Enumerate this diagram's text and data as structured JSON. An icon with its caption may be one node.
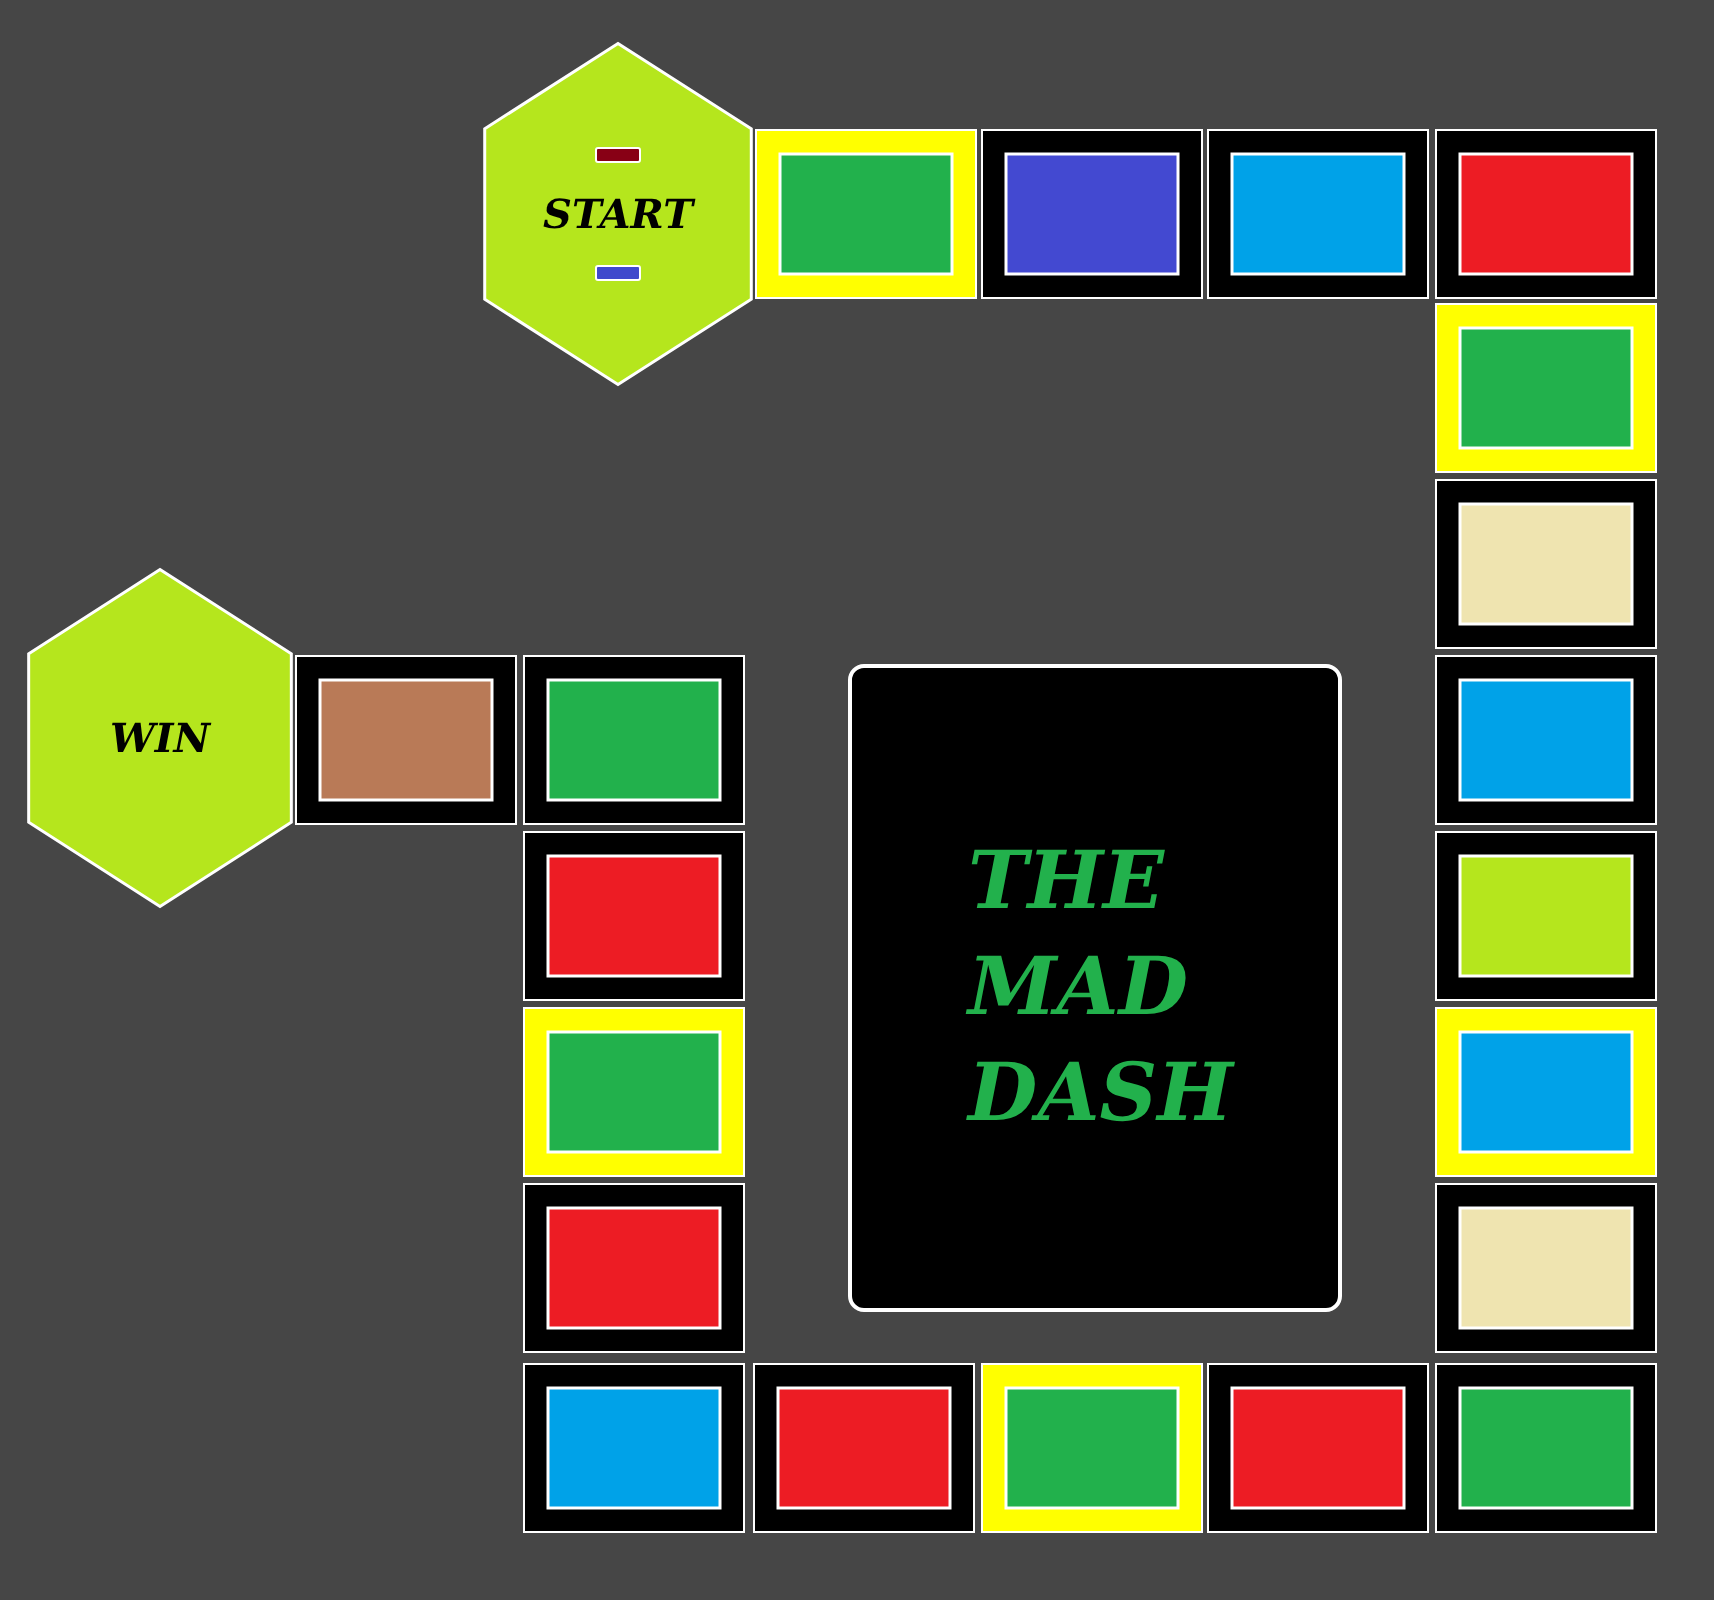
{
  "diagram": {
    "nodes": [
      {
        "text": [
          "START"
        ]
      },
      {
        "text": [
          "WIN"
        ]
      },
      {
        "text": [
          "THE MAD DASH"
        ]
      }
    ]
  }
}
